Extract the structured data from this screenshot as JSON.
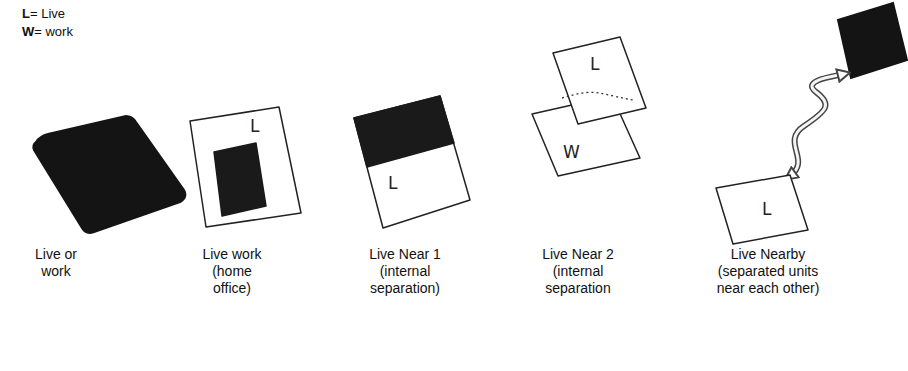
{
  "diagram": {
    "nodes": [
      {
        "text": [
          "L"
        ]
      },
      {
        "text": [
          "L"
        ]
      },
      {
        "text": [
          "L"
        ]
      },
      {
        "text": [
          "W"
        ]
      },
      {
        "text": [
          "L"
        ]
      }
    ],
    "labels": [
      "L= Live",
      "W= work",
      "Live or work",
      "Live work (home office)",
      "Live Near 1 (internal separation)",
      "Live Near 2 (internal separation",
      "Live Nearby (separated units near each other)"
    ]
  }
}
